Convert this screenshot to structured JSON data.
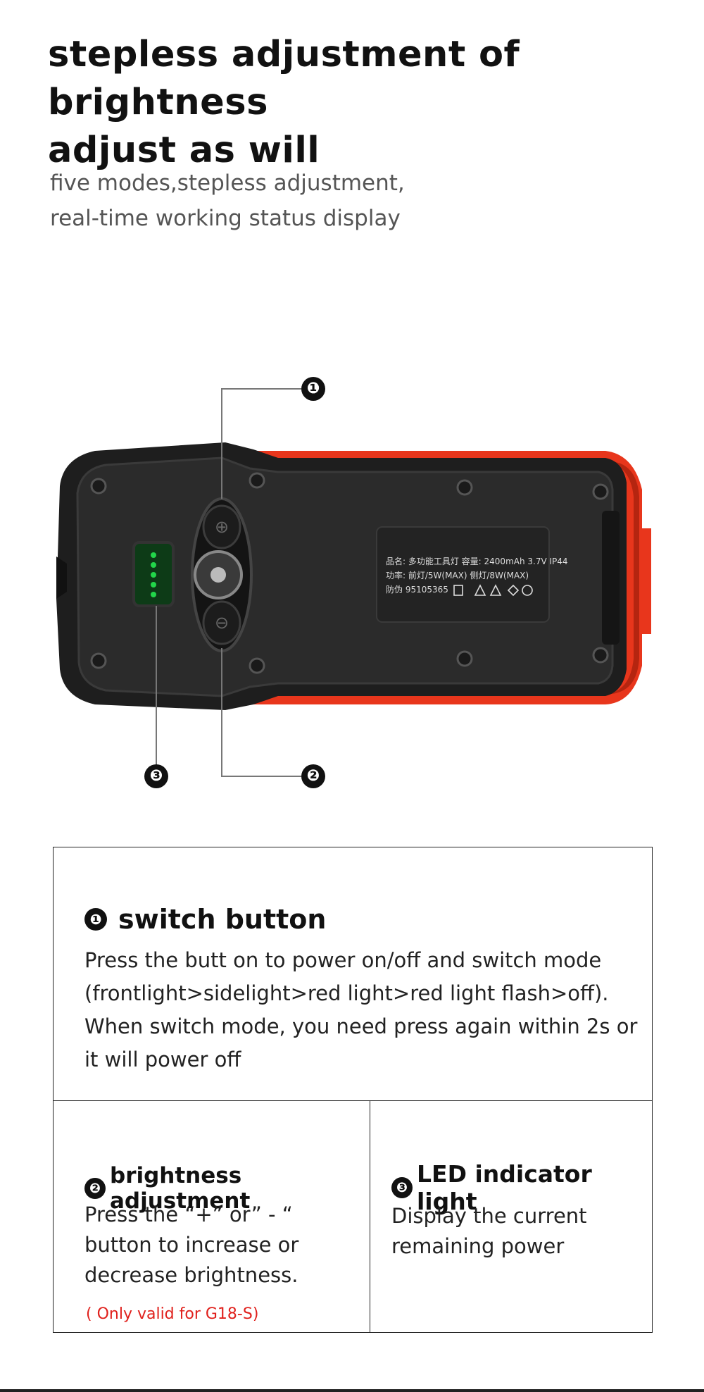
{
  "header": {
    "title_line1": "stepless adjustment of brightness",
    "title_line2": "adjust as will",
    "subtitle_line1": "five modes,stepless adjustment,",
    "subtitle_line2": "real-time working status display"
  },
  "product": {
    "callouts": [
      "❶",
      "❷",
      "❸"
    ],
    "label_line1": "品名: 多功能工具灯  容量: 2400mAh 3.7V IP44",
    "label_line2": "功率: 前灯/5W(MAX) 侧灯/8W(MAX)",
    "label_line3": "防伪 95105365",
    "led_level": 5,
    "colors": {
      "body": "#2a2a2a",
      "accent": "#e8361c",
      "led": "#22d64a"
    }
  },
  "features": {
    "switch": {
      "badge": "❶",
      "title": "switch button",
      "text": "Press  the butt on to power on/off and switch mode (frontlight>sidelight>red light>red light flash>off). When switch mode, you need press again within 2s or it will power off"
    },
    "brightness": {
      "badge": "❷",
      "title": "brightness adjustment",
      "text": "Press the  “+” or” - “ button to increase or decrease brightness.",
      "note": "( Only valid for G18-S)"
    },
    "led": {
      "badge": "❸",
      "title": "LED indicator light",
      "text": "Display the current remaining power"
    }
  }
}
